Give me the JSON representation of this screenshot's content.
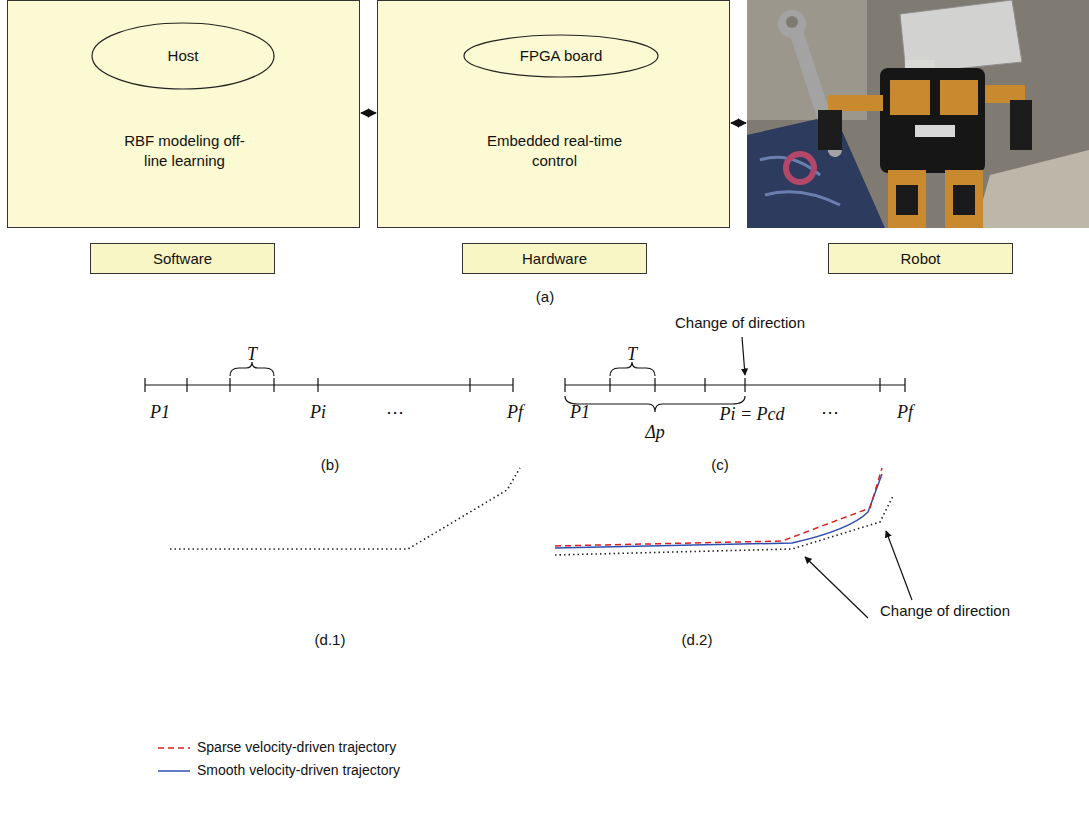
{
  "diagram": {
    "nodes": [
      {
        "text": [
          "RBF modeling off-line learning"
        ]
      },
      {
        "text": [
          "Host"
        ],
        "in": 0
      },
      {
        "text": [
          "Embedded real-time control"
        ]
      },
      {
        "text": [
          "FPGA board"
        ],
        "in": 2
      },
      {
        "text": [
          "Software"
        ]
      },
      {
        "text": [
          "Hardware"
        ]
      },
      {
        "text": [
          "Robot"
        ]
      }
    ],
    "edges": [
      {
        "from": 0,
        "to": 2,
        "arrow": "both"
      }
    ],
    "labels": [
      "(a)",
      "T",
      "P1",
      "Pi",
      "⋯",
      "Pf",
      "(b)",
      "Change of direction",
      "T",
      "P1",
      "Δp",
      "Pi = Pcd",
      "⋯",
      "Pf",
      "(c)",
      "(d.1)",
      "(d.2)",
      "Change of direction"
    ],
    "legend": [
      {
        "text": "Sparse velocity-driven trajectory"
      },
      {
        "text": "Smooth velocity-driven trajectory"
      }
    ]
  }
}
